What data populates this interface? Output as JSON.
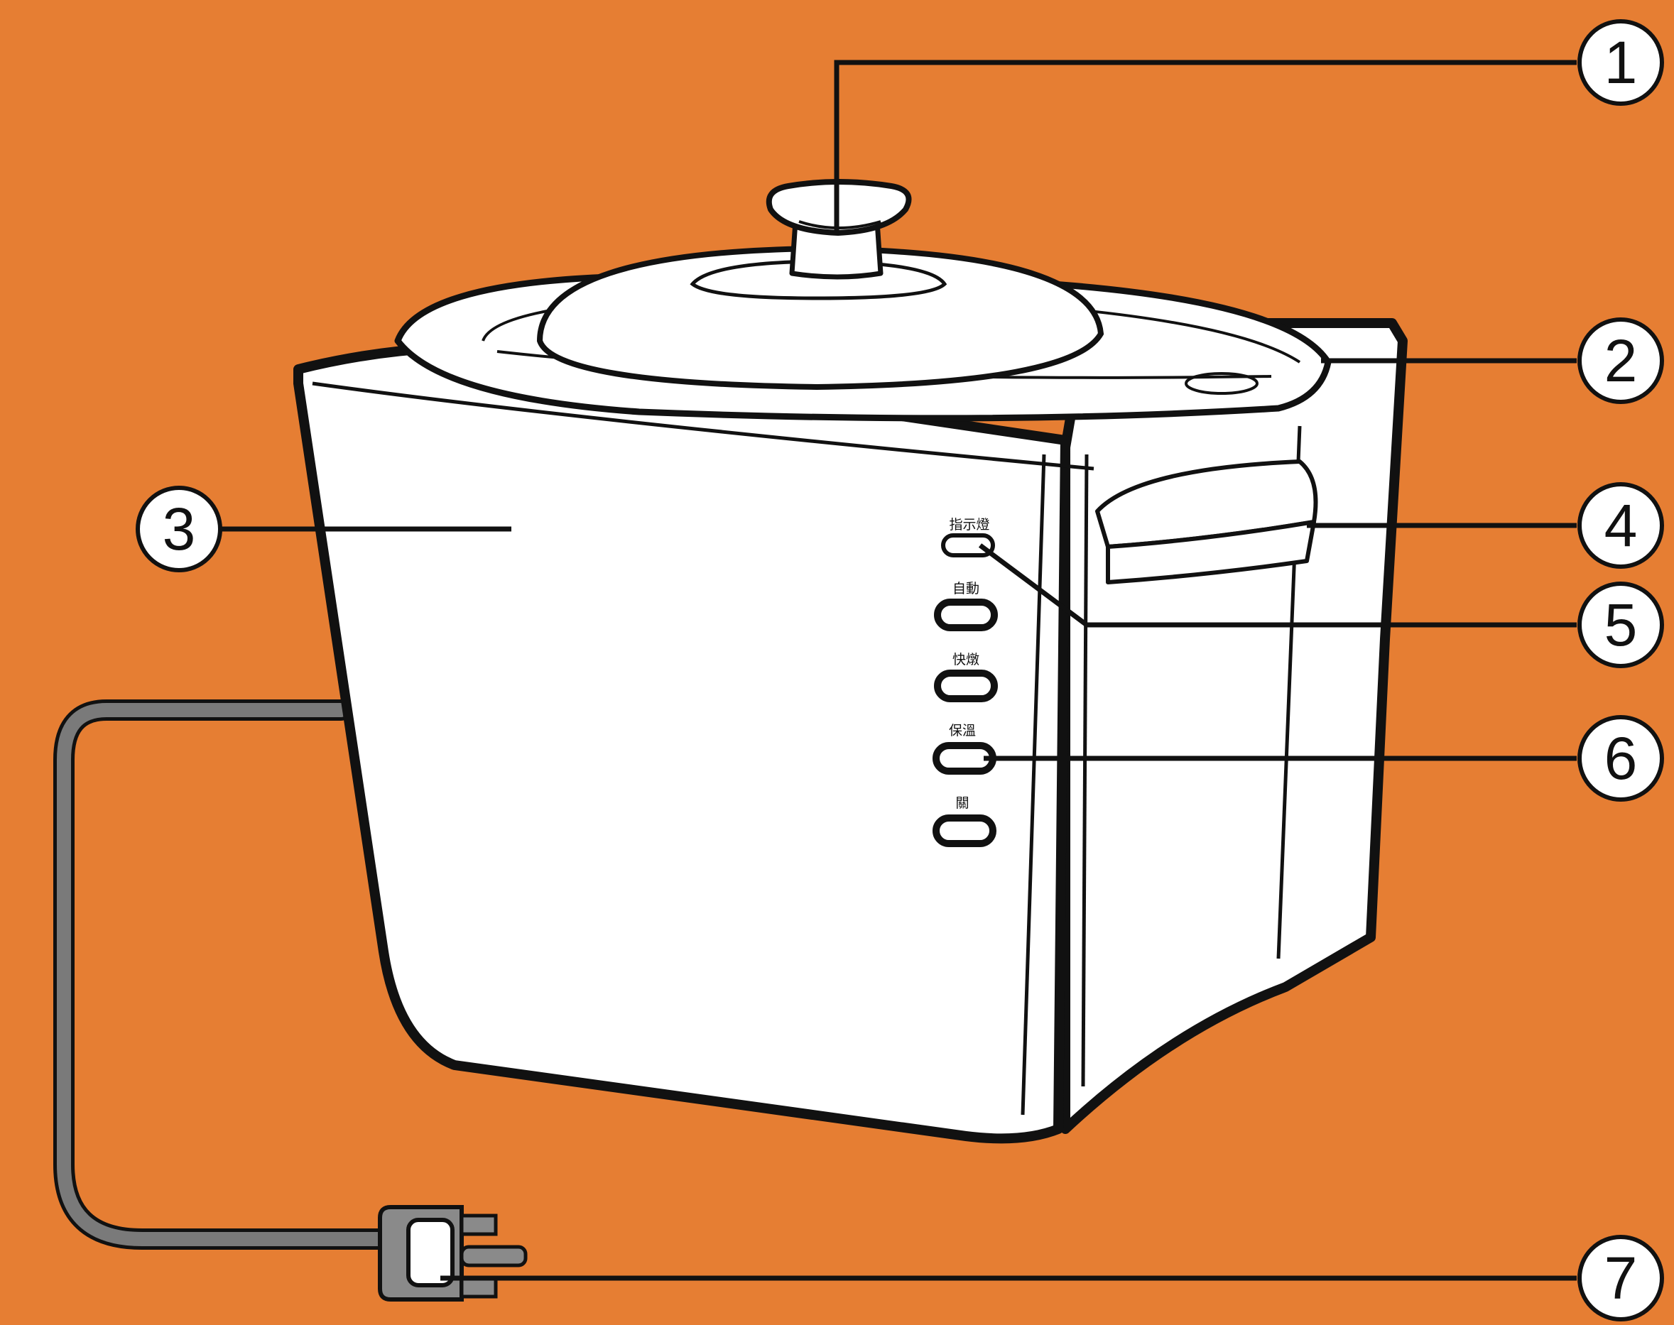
{
  "colors": {
    "background": "#E67E33",
    "outline": "#111111",
    "body_fill": "#FFFFFF",
    "cord": "#7A7A7A"
  },
  "callouts": [
    {
      "number": "1",
      "part": "lid-knob"
    },
    {
      "number": "2",
      "part": "lid"
    },
    {
      "number": "3",
      "part": "housing"
    },
    {
      "number": "4",
      "part": "side-handle"
    },
    {
      "number": "5",
      "part": "indicator-light"
    },
    {
      "number": "6",
      "part": "control-buttons"
    },
    {
      "number": "7",
      "part": "power-plug"
    }
  ],
  "panel_labels": [
    "指示燈",
    "自動",
    "快燉",
    "保溫",
    "關"
  ]
}
